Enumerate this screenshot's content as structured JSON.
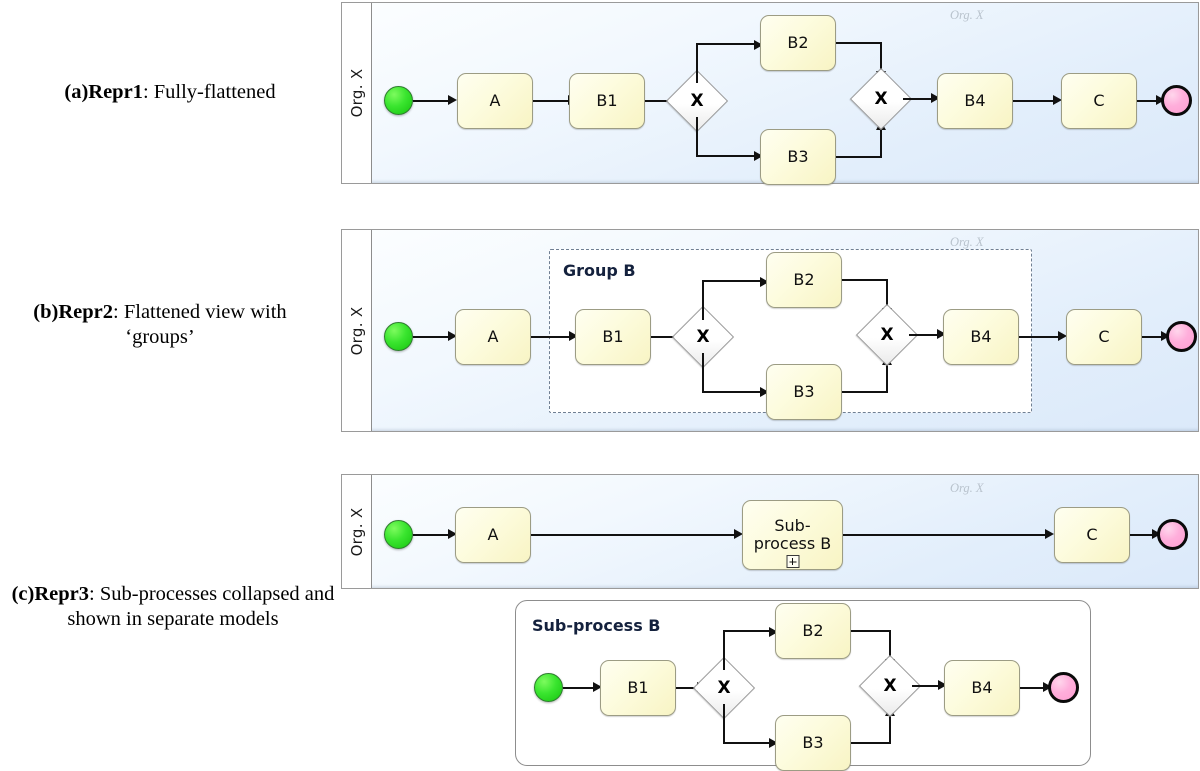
{
  "figure": {
    "title": "BPMN process model representations",
    "lane_label": "Org. X",
    "pool_watermark": "Org. X"
  },
  "captions": [
    {
      "marker": "(a)",
      "repr": "Repr1",
      "sep": ": ",
      "text": "Fully-flattened"
    },
    {
      "marker": "(b)",
      "repr": "Repr2",
      "sep": ": ",
      "text": "Flattened view with ‘groups’"
    },
    {
      "marker": "(c)",
      "repr": "Repr3",
      "sep": ": ",
      "text": "Sub-processes collapsed and shown in separate models"
    }
  ],
  "diagrams": {
    "repr1": {
      "pool_label": "Org. X",
      "watermark": "Org. X",
      "start_event": "start-event",
      "end_event": "end-event",
      "tasks": [
        "A",
        "B1",
        "B2",
        "B3",
        "B4",
        "C"
      ],
      "gateways": [
        "X",
        "X"
      ],
      "gateway_type": "exclusive"
    },
    "repr2": {
      "pool_label": "Org. X",
      "watermark": "Org. X",
      "group_label": "Group B",
      "start_event": "start-event",
      "end_event": "end-event",
      "tasks": [
        "A",
        "B1",
        "B2",
        "B3",
        "B4",
        "C"
      ],
      "gateways": [
        "X",
        "X"
      ],
      "gateway_type": "exclusive"
    },
    "repr3": {
      "pool_label": "Org. X",
      "watermark": "Org. X",
      "start_event": "start-event",
      "end_event": "end-event",
      "tasks": [
        "A",
        "Sub-process B",
        "C"
      ],
      "subprocess_task_line1": "Sub-",
      "subprocess_task_line2": "process B",
      "subprocess_marker": "plus",
      "submodel": {
        "label": "Sub-process B",
        "start_event": "start-event",
        "end_event": "end-event",
        "tasks": [
          "B1",
          "B2",
          "B3",
          "B4"
        ],
        "gateways": [
          "X",
          "X"
        ],
        "gateway_type": "exclusive"
      }
    }
  },
  "colors": {
    "task_fill": "#fdfcdf",
    "task_border": "#9c9c84",
    "pool_fill": "#e2eefb",
    "start_event": "#3ae52f",
    "end_event": "#ff9fd2",
    "gateway_fill": "#ffffff",
    "group_border": "#6f7f93",
    "connector": "#111111"
  }
}
